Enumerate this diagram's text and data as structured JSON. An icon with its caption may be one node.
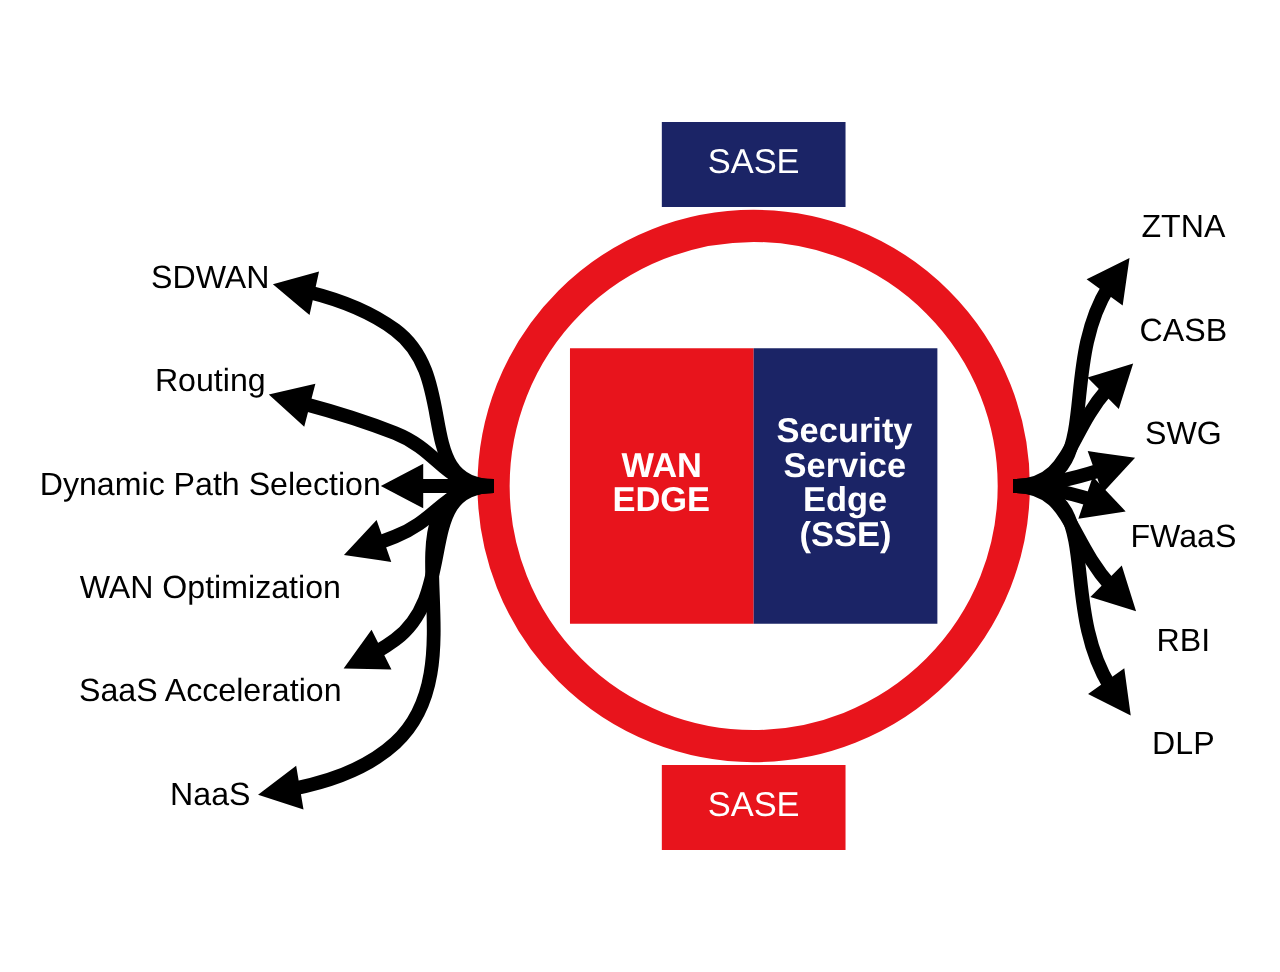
{
  "diagram": {
    "nodes": [
      {
        "text": [
          "SASE"
        ]
      },
      {
        "text": [
          "WAN EDGE",
          "Security Service Edge (SSE)"
        ]
      },
      {
        "text": [
          "SASE"
        ]
      },
      {
        "text": [
          "SDWAN"
        ]
      },
      {
        "text": [
          "Routing"
        ]
      },
      {
        "text": [
          "Dynamic Path Selection"
        ]
      },
      {
        "text": [
          "WAN Optimization"
        ]
      },
      {
        "text": [
          "SaaS Acceleration"
        ]
      },
      {
        "text": [
          "NaaS"
        ]
      },
      {
        "text": [
          "ZTNA"
        ]
      },
      {
        "text": [
          "CASB"
        ]
      },
      {
        "text": [
          "SWG"
        ]
      },
      {
        "text": [
          "FWaaS"
        ]
      },
      {
        "text": [
          "RBI"
        ]
      },
      {
        "text": [
          "DLP"
        ]
      }
    ],
    "edges": [
      {
        "from": 1,
        "to": 3,
        "arrow": "to"
      },
      {
        "from": 1,
        "to": 4,
        "arrow": "to"
      },
      {
        "from": 1,
        "to": 5,
        "arrow": "to"
      },
      {
        "from": 1,
        "to": 6,
        "arrow": "to"
      },
      {
        "from": 1,
        "to": 7,
        "arrow": "to"
      },
      {
        "from": 1,
        "to": 8,
        "arrow": "to"
      },
      {
        "from": 1,
        "to": 9,
        "arrow": "to"
      },
      {
        "from": 1,
        "to": 10,
        "arrow": "to"
      },
      {
        "from": 1,
        "to": 11,
        "arrow": "to"
      },
      {
        "from": 1,
        "to": 12,
        "arrow": "to"
      },
      {
        "from": 1,
        "to": 13,
        "arrow": "to"
      },
      {
        "from": 1,
        "to": 14,
        "arrow": "to"
      }
    ]
  }
}
